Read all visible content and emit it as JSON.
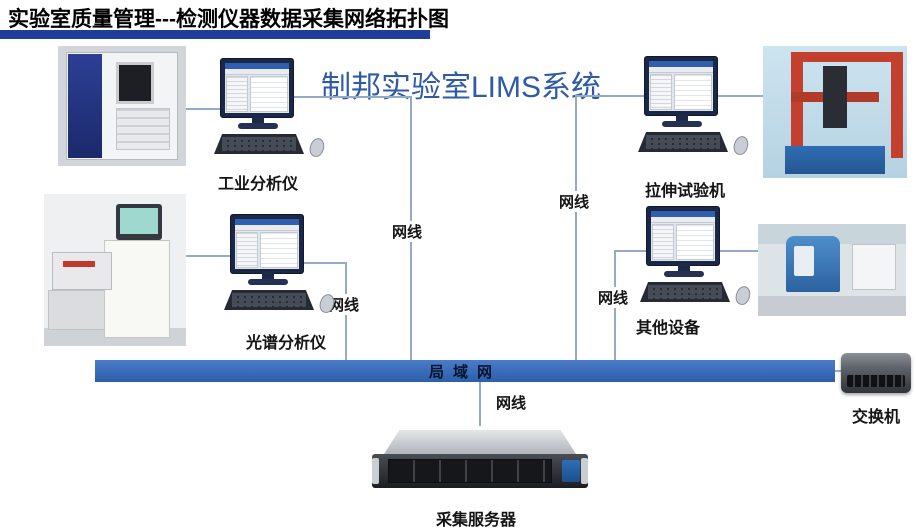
{
  "page": {
    "title": "实验室质量管理---检测仪器数据采集网络拓扑图",
    "lims_title": "制邦实验室LIMS系统"
  },
  "nodes": {
    "industrial_analyzer": "工业分析仪",
    "spectrum_analyzer": "光谱分析仪",
    "tensile_tester": "拉伸试验机",
    "other_equipment": "其他设备",
    "lan": "局域网",
    "switch": "交换机",
    "server": "采集服务器"
  },
  "cables": {
    "labels": [
      "网线",
      "网线",
      "网线",
      "网线",
      "网线"
    ]
  },
  "colors": {
    "title_underline": "#1e3e9a",
    "lims_text": "#2e5aa8",
    "lan_bar": "#3567b1",
    "cable_line": "#94aacb",
    "tensile_frame_red": "#c3402e",
    "instrument_blue": "#2c3f95"
  }
}
